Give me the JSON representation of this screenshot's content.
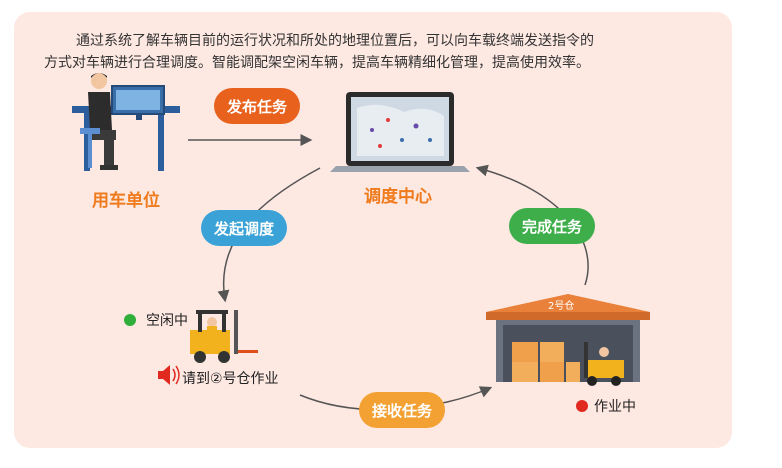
{
  "intro": {
    "line1": "通过系统了解车辆目前的运行状况和所处的地理位置后，可以向车载终端发送指令的",
    "line2": "方式对车辆进行合理调度。智能调配架空闲车辆，提高车辆精细化管理，提高使用效率。"
  },
  "nodes": {
    "user_unit": "用车单位",
    "dispatch_center": "调度中心",
    "idle_status": "空闲中",
    "voice_command": "请到②号仓作业",
    "warehouse_sign": "2号仓",
    "working_status": "作业中"
  },
  "steps": {
    "publish": "发布任务",
    "initiate": "发起调度",
    "complete": "完成任务",
    "receive": "接收任务"
  },
  "colors": {
    "publish": "#e8611d",
    "initiate": "#3aa2d6",
    "complete": "#3dae49",
    "receive": "#f3a132",
    "idle_dot": "#2fae3c",
    "working_dot": "#e02a1f",
    "label_accent": "#f07b1d"
  }
}
